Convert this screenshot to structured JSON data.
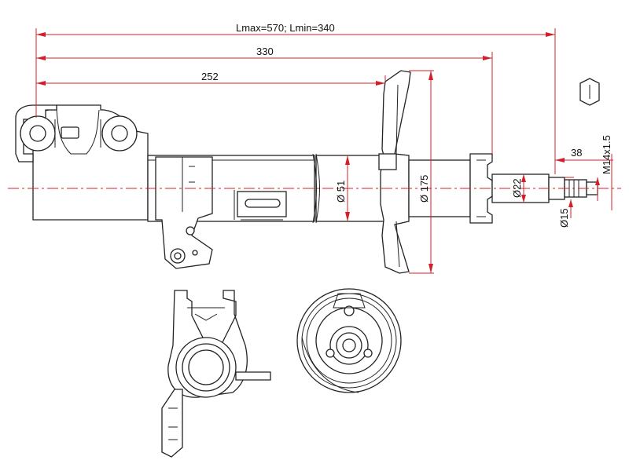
{
  "dimensions": {
    "stroke_length": "Lmax=570;  Lmin=340",
    "length_330": "330",
    "length_252": "252",
    "length_38": "38",
    "thread": "M14x1.5",
    "dia_51": "Ø 51",
    "dia_175": "Ø 175",
    "dia_22": "Ø22",
    "dia_15": "Ø15"
  },
  "colors": {
    "dimension": "#d0202a",
    "outline": "#222222",
    "background": "#ffffff"
  }
}
